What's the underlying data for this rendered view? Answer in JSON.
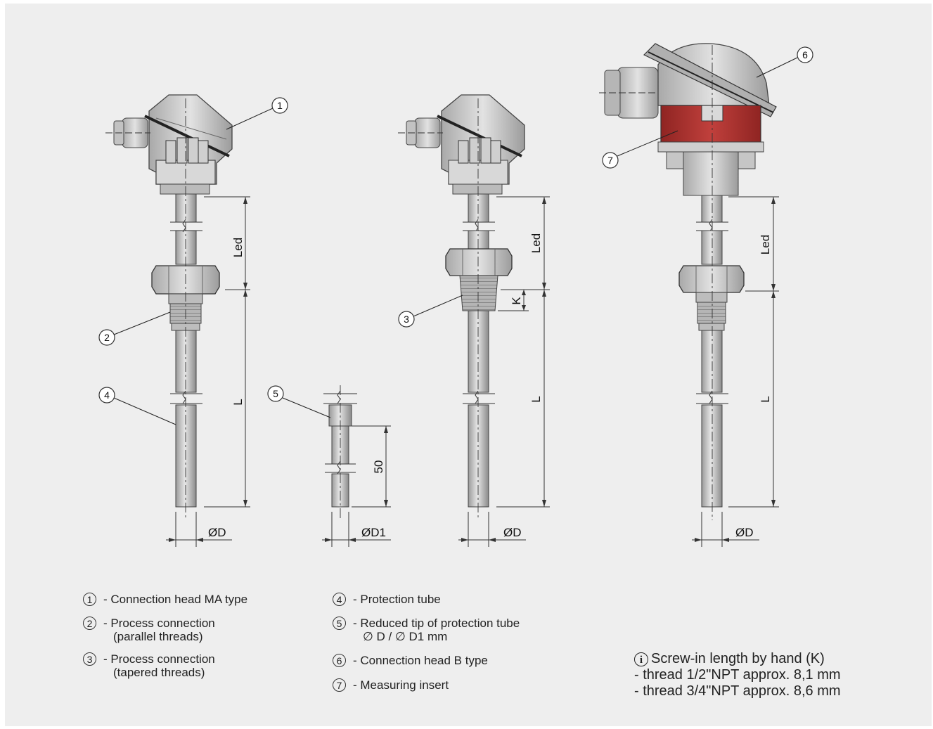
{
  "dimension_labels": {
    "led": "Led",
    "l": "L",
    "k": "K",
    "fifty": "50",
    "od": "ØD",
    "od1": "ØD1"
  },
  "callouts": [
    "1",
    "2",
    "3",
    "4",
    "5",
    "6",
    "7"
  ],
  "legend": {
    "left": [
      {
        "num": "1",
        "text": "- Connection head MA type",
        "sub": ""
      },
      {
        "num": "2",
        "text": "- Process connection",
        "sub": "(parallel threads)"
      },
      {
        "num": "3",
        "text": "- Process connection",
        "sub": "(tapered threads)"
      }
    ],
    "right": [
      {
        "num": "4",
        "text": "- Protection tube",
        "sub": ""
      },
      {
        "num": "5",
        "text": "- Reduced tip of protection tube",
        "sub": "∅ D / ∅ D1 mm"
      },
      {
        "num": "6",
        "text": "- Connection head B type",
        "sub": ""
      },
      {
        "num": "7",
        "text": "- Measuring insert",
        "sub": ""
      }
    ]
  },
  "note": {
    "icon": "info-icon",
    "title": "Screw-in length by hand (K)",
    "line1": "- thread 1/2\"NPT approx. 8,1 mm",
    "line2": "- thread 3/4\"NPT approx. 8,6 mm"
  },
  "colors": {
    "background": "#eeeeee",
    "metal": "#c8c8c8",
    "insert_red": "#b0302e"
  }
}
